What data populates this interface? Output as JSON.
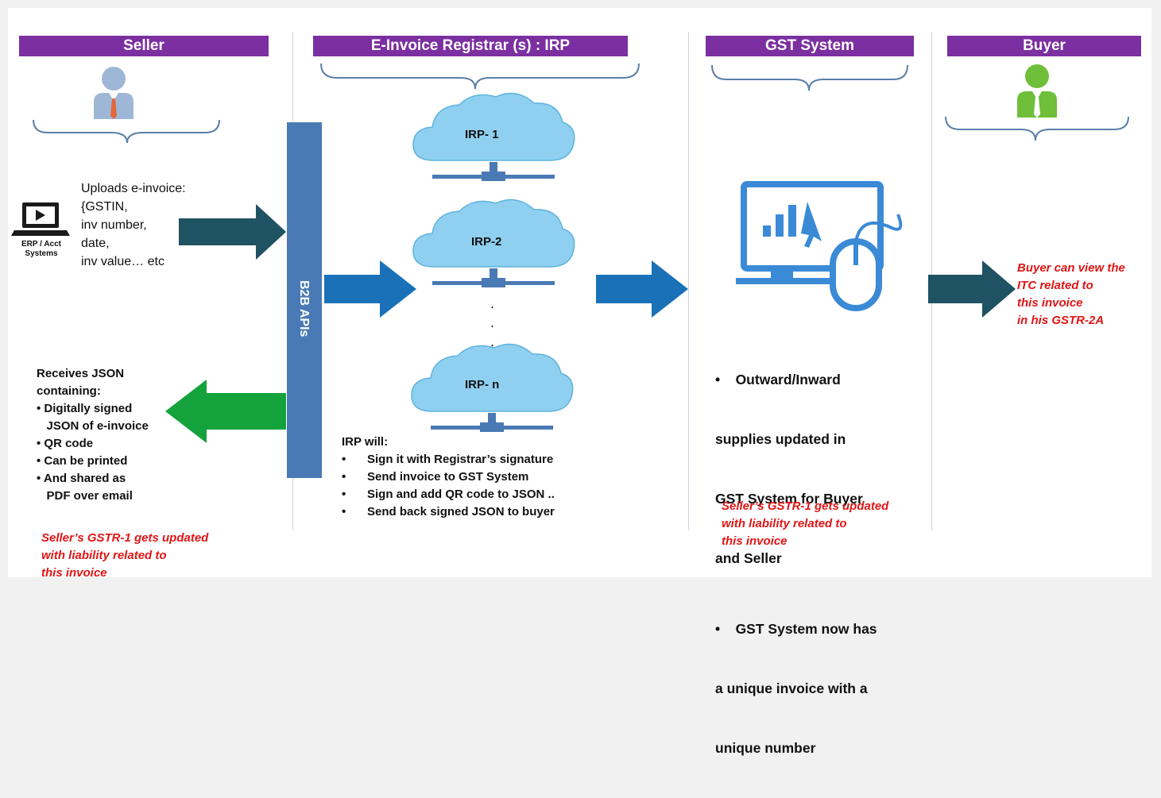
{
  "headers": {
    "seller": "Seller",
    "irp": "E-Invoice Registrar (s) : IRP",
    "gst": "GST System",
    "buyer": "Buyer"
  },
  "erp": {
    "line1": "ERP / Acct",
    "line2": "Systems"
  },
  "upload_text": [
    "Uploads e-invoice:",
    "{GSTIN,",
    "inv number,",
    "date,",
    "inv value… etc"
  ],
  "api_label": "B2B APIs",
  "irps": [
    "IRP- 1",
    "IRP-2",
    "IRP- n"
  ],
  "dots": ".\n.\n.",
  "receives": {
    "title": [
      "Receives JSON",
      "containing:"
    ],
    "items": [
      "• Digitally signed",
      "   JSON of e-invoice",
      "• QR code",
      "• Can be printed",
      "• And shared as",
      "   PDF over email"
    ]
  },
  "seller_note": [
    "Seller’s GSTR-1 gets updated",
    "with liability related to",
    "this invoice"
  ],
  "irp_will": {
    "title": "IRP will:",
    "items": [
      "Sign it with Registrar’s signature",
      "Send invoice to GST System",
      "Sign and add QR code to JSON ..",
      "Send back signed JSON to buyer"
    ]
  },
  "gst_points": [
    [
      "•    Outward/Inward",
      "supplies updated in",
      "GST System for Buyer",
      "and Seller"
    ],
    [
      "•    GST System now has",
      "a unique invoice with a",
      "unique number"
    ]
  ],
  "gst_note": [
    "Seller’s GSTR-1 gets updated",
    "with liability related to",
    "this invoice"
  ],
  "buyer_note": [
    "Buyer can view the",
    "ITC related to",
    "this invoice",
    "in his GSTR-2A"
  ],
  "colors": {
    "header": "#7b2fa0",
    "api_bar": "#4a7ab5",
    "arrow_dark": "#1f5262",
    "arrow_blue": "#1b71b8",
    "arrow_green": "#13a23b",
    "cloud": "#8fd0f0",
    "accent_red": "#e01515"
  },
  "icons": {
    "seller": "seller-person-icon",
    "buyer": "buyer-person-icon",
    "erp": "laptop-play-icon",
    "gst": "monitor-mouse-icon",
    "irp": "cloud-server-icon"
  }
}
